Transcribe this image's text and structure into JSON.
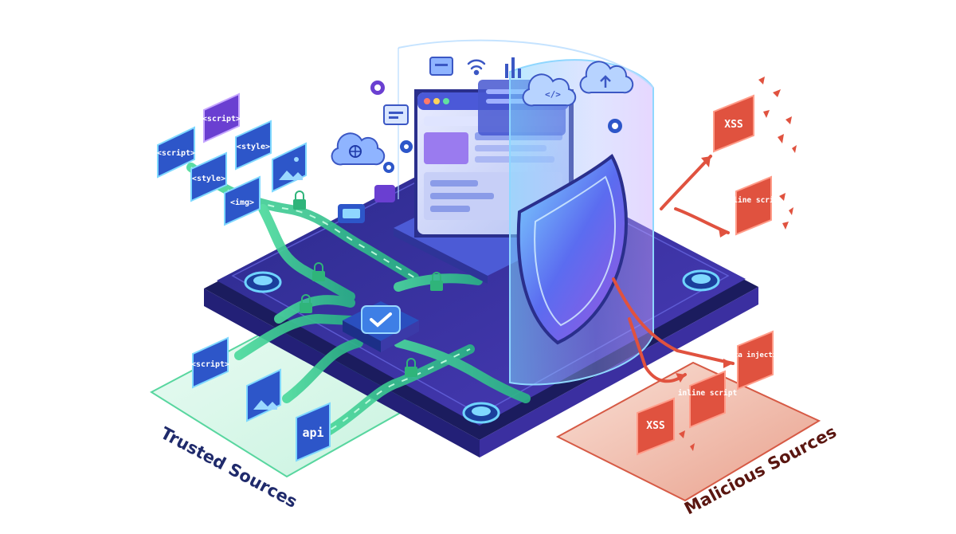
{
  "trusted_sources": {
    "label": "Trusted Sources",
    "tags": [
      "<script>",
      "<script>",
      "<style>",
      "<style>",
      "<img>"
    ],
    "inputs": [
      "<script>",
      "api"
    ]
  },
  "malicious_sources": {
    "label": "Malicious Sources",
    "threats": [
      "XSS",
      "inline script",
      "XSS",
      "inline script",
      "data injection"
    ]
  },
  "colors": {
    "trusted": "#2fc98a",
    "malicious": "#e0523f",
    "platform": "#3a35a8",
    "shield": "#6a7bff",
    "tile": "#2d56c9",
    "tile_purple": "#6a3fd1"
  },
  "icons": [
    "lock-icon",
    "gear-icon",
    "cloud-globe-icon",
    "cloud-code-icon",
    "cloud-upload-icon",
    "wifi-icon",
    "chat-icon",
    "bar-chart-icon",
    "image-icon",
    "checkmark-icon",
    "shield-icon"
  ]
}
